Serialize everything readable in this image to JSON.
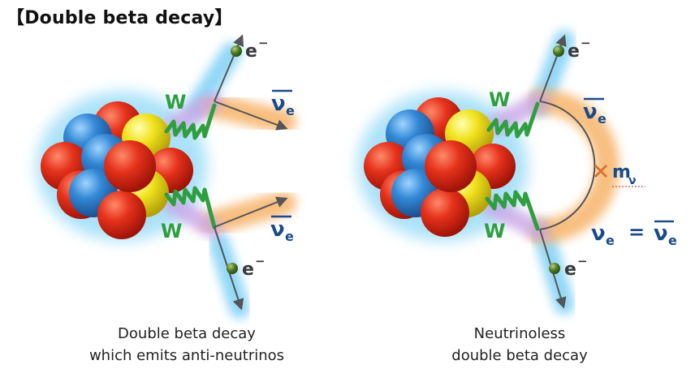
{
  "title": "【Double beta decay】",
  "labels": {
    "w": "W",
    "electron": "e",
    "minus": "−",
    "nu": "ν",
    "sub_e": "e",
    "m": "m",
    "sub_nu": "ν",
    "equals": "="
  },
  "captions": {
    "left_line1": "Double beta decay",
    "left_line2": "which emits anti-neutrinos",
    "right_line1": "Neutrinoless",
    "right_line2": "double beta decay"
  },
  "colors": {
    "proton": "#e0281a",
    "neutron": "#2f86d4",
    "neutron_alt": "#f2e11c",
    "w_boson": "#2f9e3f",
    "electron": "#3f6f1f",
    "glow_blue": "#7fd0f5",
    "glow_orange": "#f7b46a",
    "glow_purple": "#c9a6e6",
    "arrow": "#555555"
  }
}
